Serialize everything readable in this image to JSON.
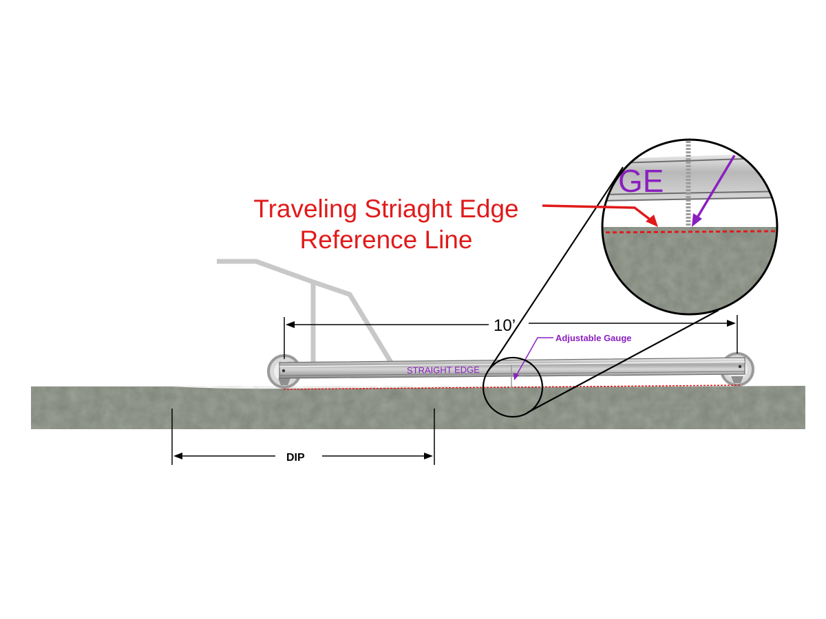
{
  "labels": {
    "reference_line_1": "Traveling Striaght Edge",
    "reference_line_2": "Reference Line",
    "length": "10’",
    "gauge": "Adjustable Gauge",
    "straight_edge": "STRAIGHT EDGE",
    "zoom_text": "GE",
    "dip": "DIP"
  },
  "colors": {
    "concrete": "#7e8478",
    "reference_red": "#e01a1a",
    "gauge_purple": "#8a1fbf",
    "frame_gray": "#c8c8c8",
    "dimension": "#000000"
  }
}
